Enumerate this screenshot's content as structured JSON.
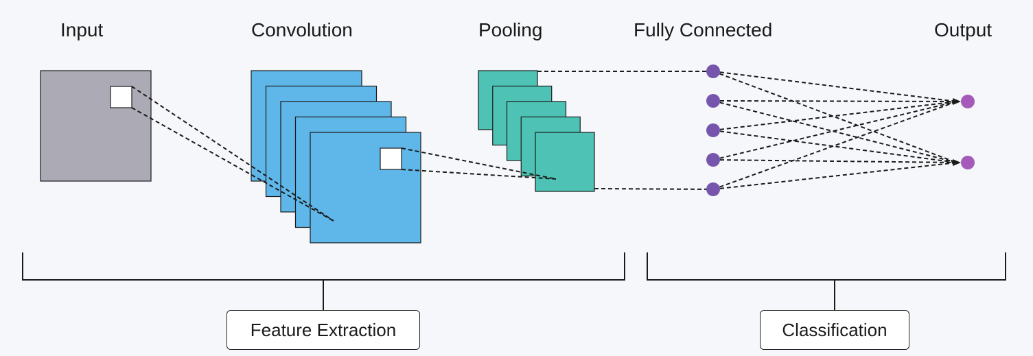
{
  "stages": {
    "input": "Input",
    "convolution": "Convolution",
    "pooling": "Pooling",
    "fully_connected": "Fully Connected",
    "output": "Output"
  },
  "groups": {
    "feature_extraction": "Feature Extraction",
    "classification": "Classification"
  },
  "colors": {
    "input_map": "#abaab5",
    "conv_map": "#5fb6e8",
    "pool_map": "#4ec3b5",
    "fc_node": "#7656ac",
    "output_node": "#a55ab9",
    "line": "#1a1a1a",
    "background": "#f5f7fa"
  },
  "counts": {
    "conv_maps": 5,
    "pool_maps": 5,
    "fc_nodes": 5,
    "output_nodes": 2
  }
}
